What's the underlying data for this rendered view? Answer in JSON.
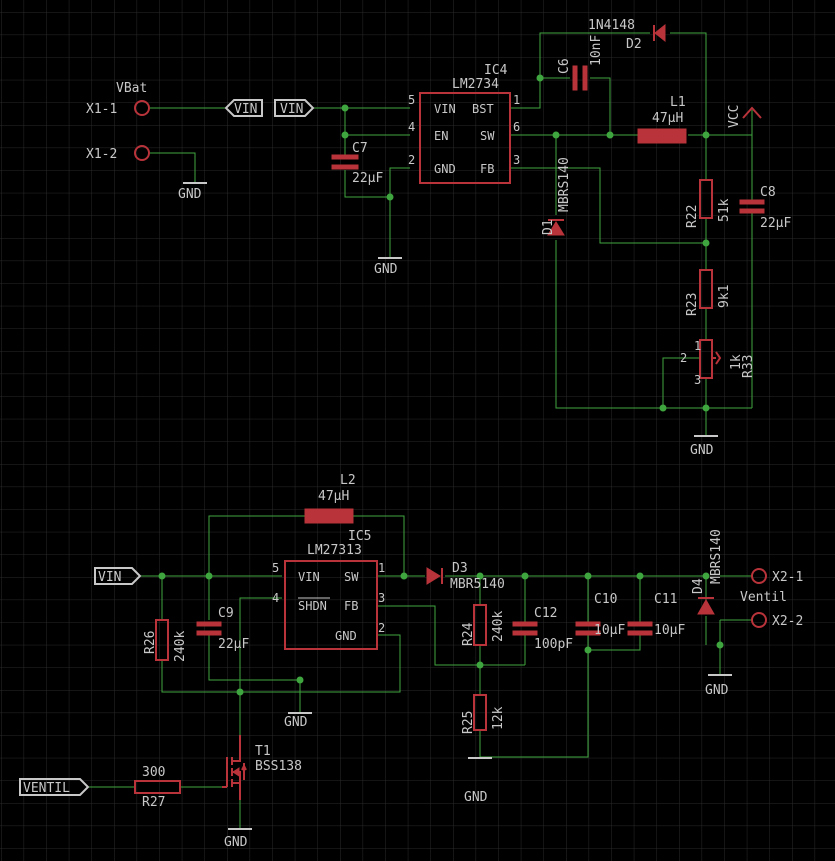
{
  "colors": {
    "background": "#000000",
    "grid": "#2a2a2a",
    "wire": "#3fa63f",
    "symbol": "#b8333a",
    "text": "#c8c8c8"
  },
  "labels": {
    "vbat": "VBat",
    "x1_1": "X1-1",
    "x1_2": "X1-2",
    "gnd": "GND",
    "vin": "VIN",
    "ventil_port": "VENTIL",
    "vcc": "VCC",
    "ic4_name": "IC4",
    "ic4_value": "LM2734",
    "ic4_vin": "VIN",
    "ic4_bst": "BST",
    "ic4_en": "EN",
    "ic4_sw": "SW",
    "ic4_gnd": "GND",
    "ic4_fb": "FB",
    "c6_name": "C6",
    "c6_value": "10nF",
    "d2_name": "D2",
    "d2_value": "1N4148",
    "l1_name": "L1",
    "l1_value": "47µH",
    "c7_name": "C7",
    "c7_value": "22µF",
    "d1_name": "D1",
    "d1_value": "MBRS140",
    "r22_name": "R22",
    "r22_value": "51k",
    "c8_name": "C8",
    "c8_value": "22µF",
    "r23_name": "R23",
    "r23_value": "9k1",
    "r33_name": "R33",
    "r33_value": "1k",
    "l2_name": "L2",
    "l2_value": "47µH",
    "ic5_name": "IC5",
    "ic5_value": "LM27313",
    "ic5_vin": "VIN",
    "ic5_sw": "SW",
    "ic5_shdn": "SHDN",
    "ic5_fb": "FB",
    "ic5_gnd": "GND",
    "d3_name": "D3",
    "d3_value": "MBR5140",
    "r26_name": "R26",
    "r26_value": "240k",
    "c9_name": "C9",
    "c9_value": "22µF",
    "r24_name": "R24",
    "r24_value": "240k",
    "c12_name": "C12",
    "c12_value": "100pF",
    "c10_name": "C10",
    "c10_value": "10µF",
    "c11_name": "C11",
    "c11_value": "10µF",
    "d4_name": "D4",
    "d4_value": "MBRS140",
    "x2_1": "X2-1",
    "x2_2": "X2-2",
    "ventil_conn": "Ventil",
    "r25_name": "R25",
    "r25_value": "12k",
    "t1_name": "T1",
    "t1_value": "BSS138",
    "r27_name": "R27",
    "r27_value": "300",
    "p1": "1",
    "p2": "2",
    "p3": "3",
    "p4": "4",
    "p5": "5",
    "p6": "6"
  }
}
